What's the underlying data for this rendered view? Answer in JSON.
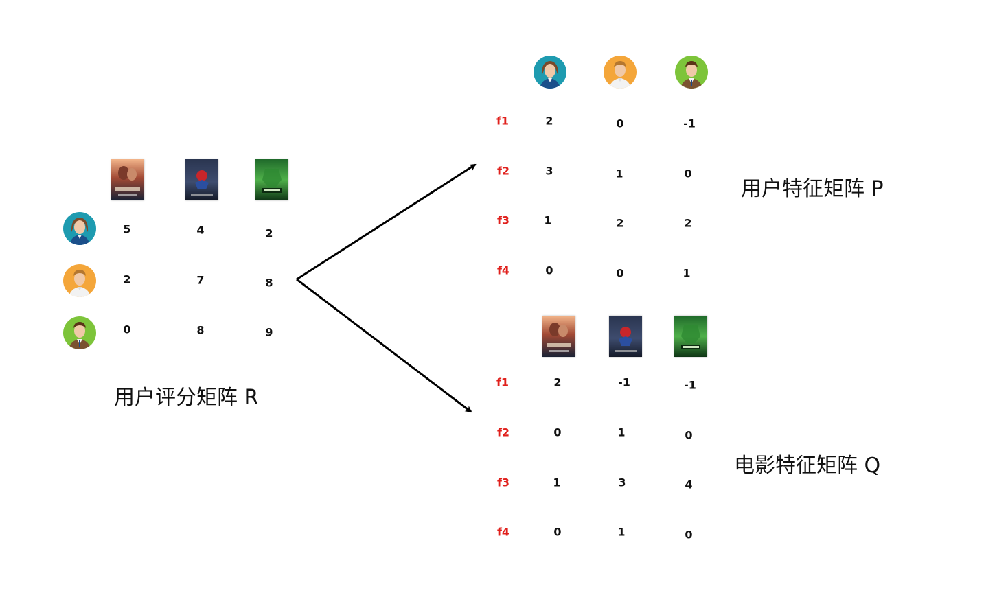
{
  "rating_matrix": {
    "caption": "用户评分矩阵 R",
    "users": [
      "user-woman",
      "user-man-blond",
      "user-man-suit"
    ],
    "movies": [
      "movie-titanic",
      "movie-spiderman",
      "movie-hulk"
    ],
    "rows": [
      [
        "5",
        "4",
        "2"
      ],
      [
        "2",
        "7",
        "8"
      ],
      [
        "0",
        "8",
        "9"
      ]
    ]
  },
  "user_feature_matrix": {
    "caption": "用户特征矩阵 P",
    "features": [
      "f1",
      "f2",
      "f3",
      "f4"
    ],
    "users": [
      "user-woman",
      "user-man-blond",
      "user-man-suit"
    ],
    "rows": [
      [
        "2",
        "0",
        "-1"
      ],
      [
        "3",
        "1",
        "0"
      ],
      [
        "1",
        "2",
        "2"
      ],
      [
        "0",
        "0",
        "1"
      ]
    ]
  },
  "movie_feature_matrix": {
    "caption": "电影特征矩阵 Q",
    "features": [
      "f1",
      "f2",
      "f3",
      "f4"
    ],
    "movies": [
      "movie-titanic",
      "movie-spiderman",
      "movie-hulk"
    ],
    "rows": [
      [
        "2",
        "-1",
        "-1"
      ],
      [
        "0",
        "1",
        "0"
      ],
      [
        "1",
        "3",
        "4"
      ],
      [
        "0",
        "1",
        "0"
      ]
    ]
  },
  "colors": {
    "feature_label": "#e0201c",
    "text": "#111111",
    "arrow": "#000000"
  }
}
